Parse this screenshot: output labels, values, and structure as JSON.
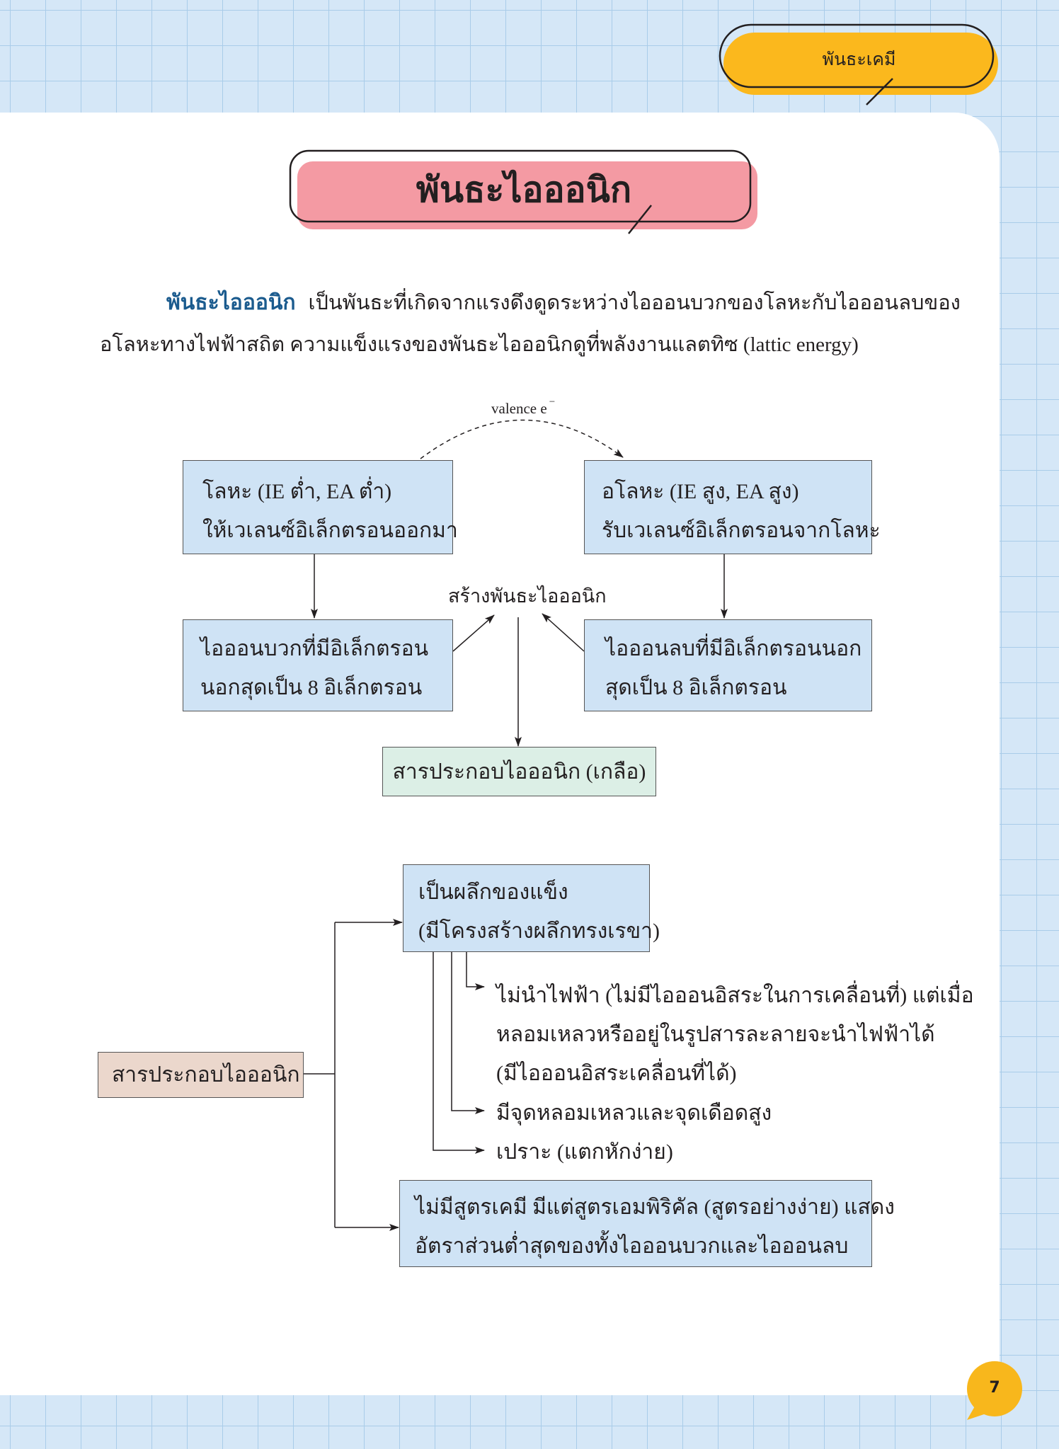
{
  "header_tab": {
    "label": "พันธะเคมี"
  },
  "title": "พันธะไอออนิก",
  "intro": {
    "lead": "พันธะไอออนิก",
    "line1": "เป็นพันธะที่เกิดจากแรงดึงดูดระหว่างไอออนบวกของโลหะกับไอออนลบของ",
    "line2": "อโลหะทางไฟฟ้าสถิต ความแข็งแรงของพันธะไอออนิกดูที่พลังงานแลตทิซ (lattic energy)"
  },
  "diagram1": {
    "arc_label": "valence e",
    "arc_label_sup": "−",
    "metal_box": {
      "line1": "โลหะ (IE ต่ำ, EA ต่ำ)",
      "line2": "ให้เวเลนซ์อิเล็กตรอนออกมา"
    },
    "nonmetal_box": {
      "line1": "อโลหะ (IE สูง, EA สูง)",
      "line2": "รับเวเลนซ์อิเล็กตรอนจากโลหะ"
    },
    "cation_box": {
      "line1": "ไอออนบวกที่มีอิเล็กตรอน",
      "line2": "นอกสุดเป็น 8 อิเล็กตรอน"
    },
    "anion_box": {
      "line1": "ไอออนลบที่มีอิเล็กตรอนนอก",
      "line2": "สุดเป็น 8 อิเล็กตรอน"
    },
    "bond_label": "สร้างพันธะไอออนิก",
    "result_box": "สารประกอบไอออนิก (เกลือ)"
  },
  "diagram2": {
    "root": "สารประกอบไอออนิก",
    "crystal_box": {
      "line1": "เป็นผลึกของแข็ง",
      "line2": "(มีโครงสร้างผลึกทรงเรขา)"
    },
    "property_conductivity": [
      "ไม่นำไฟฟ้า (ไม่มีไอออนอิสระในการเคลื่อนที่) แต่เมื่อ",
      "หลอมเหลวหรืออยู่ในรูปสารละลายจะนำไฟฟ้าได้",
      "(มีไอออนอิสระเคลื่อนที่ได้)"
    ],
    "property_melting": "มีจุดหลอมเหลวและจุดเดือดสูง",
    "property_brittle": "เปราะ (แตกหักง่าย)",
    "formula_box": {
      "line1": "ไม่มีสูตรเคมี มีแต่สูตรเอมพิริคัล (สูตรอย่างง่าย) แสดง",
      "line2": "อัตราส่วนต่ำสุดของทั้งไอออนบวกและไอออนลบ"
    }
  },
  "page_number": "7",
  "colors": {
    "grid_bg": "#d5e7f7",
    "grid_line": "#a9cce9",
    "tab": "#fbb81d",
    "title_bg": "#f49aa3",
    "lead_text": "#1b5b8e",
    "box_blue": "#cfe3f5",
    "box_green": "#dcefe6",
    "box_peach": "#ebd7cc",
    "page_badge": "#f8b71c"
  }
}
